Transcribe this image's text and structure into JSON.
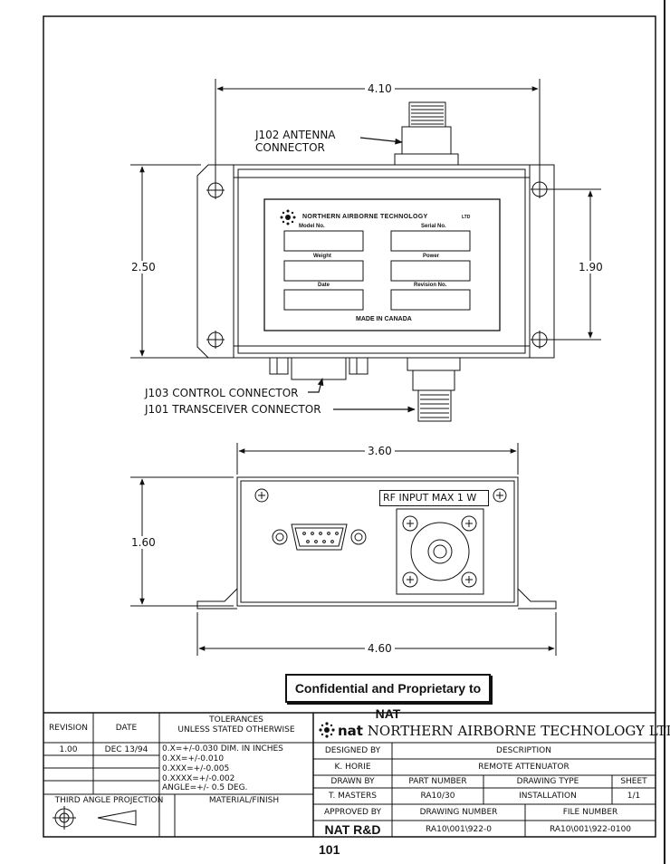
{
  "dimensions": {
    "top_width": "4.10",
    "top_height": "2.50",
    "top_hole_spacing": "1.90",
    "front_width": "3.60",
    "front_height": "1.60",
    "front_overall": "4.60"
  },
  "callouts": {
    "j102_line1": "J102 ANTENNA",
    "j102_line2": "CONNECTOR",
    "j103": "J103 CONTROL CONNECTOR",
    "j101": "J101 TRANSCEIVER CONNECTOR"
  },
  "nameplate": {
    "company": "NORTHERN AIRBORNE TECHNOLOGY",
    "ltd": "LTD",
    "model_no": "Model No.",
    "serial_no": "Serial No.",
    "weight": "Weight",
    "power": "Power",
    "date": "Date",
    "revision_no": "Revision No.",
    "made_in": "MADE IN CANADA"
  },
  "front_label": "RF INPUT MAX 1 W",
  "confidential": "Confidential and Proprietary to NAT",
  "title_block": {
    "revision_hdr": "REVISION",
    "date_hdr": "DATE",
    "tol_hdr1": "TOLERANCES",
    "tol_hdr2": "UNLESS STATED OTHERWISE",
    "revision": "1.00",
    "date": "DEC 13/94",
    "tol_lines": [
      "0.X=+/-0.030  DIM. IN INCHES",
      "0.XX=+/-0.010",
      "0.XXX=+/-0.005",
      "0.XXXX=+/-0.002",
      "ANGLE=+/- 0.5 DEG."
    ],
    "projection": "THIRD ANGLE PROJECTION",
    "material": "MATERIAL/FINISH",
    "brand_logo": "nat",
    "brand_name": "NORTHERN AIRBORNE TECHNOLOGY LTD.",
    "designed_by_lbl": "DESIGNED BY",
    "designed_by": "K. HORIE",
    "description_lbl": "DESCRIPTION",
    "description": "REMOTE ATTENUATOR",
    "drawn_by_lbl": "DRAWN BY",
    "drawn_by": "T. MASTERS",
    "part_number_lbl": "PART NUMBER",
    "part_number": "RA10/30",
    "drawing_type_lbl": "DRAWING TYPE",
    "drawing_type": "INSTALLATION",
    "sheet_lbl": "SHEET",
    "sheet": "1/1",
    "approved_by_lbl": "APPROVED BY",
    "approved_by": "NAT R&D",
    "drawing_number_lbl": "DRAWING NUMBER",
    "drawing_number": "RA10\\001\\922-0",
    "file_number_lbl": "FILE NUMBER",
    "file_number": "RA10\\001\\922-0100"
  },
  "page_number": "101"
}
